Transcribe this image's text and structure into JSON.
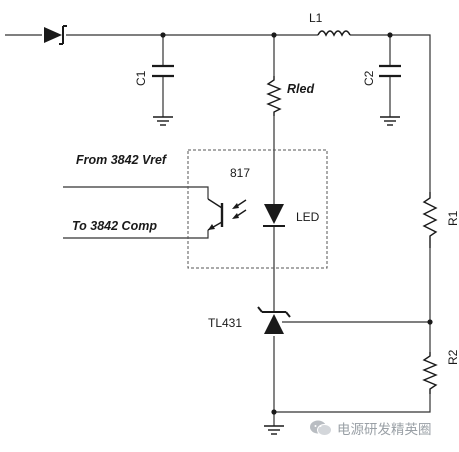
{
  "labels": {
    "l1": "L1",
    "c1": "C1",
    "c2": "C2",
    "rled": "Rled",
    "opto": "817",
    "from_vref": "From 3842 Vref",
    "to_comp": "To 3842 Comp",
    "led": "LED",
    "r1": "R1",
    "tl431": "TL431",
    "r2": "R2"
  },
  "watermark": {
    "text": "电源研发精英圈",
    "icon": "wechat-icon"
  },
  "colors": {
    "wire": "#333333",
    "component": "#1a1a1a",
    "dashed_box": "#555555",
    "watermark": "#9aa0a6"
  }
}
